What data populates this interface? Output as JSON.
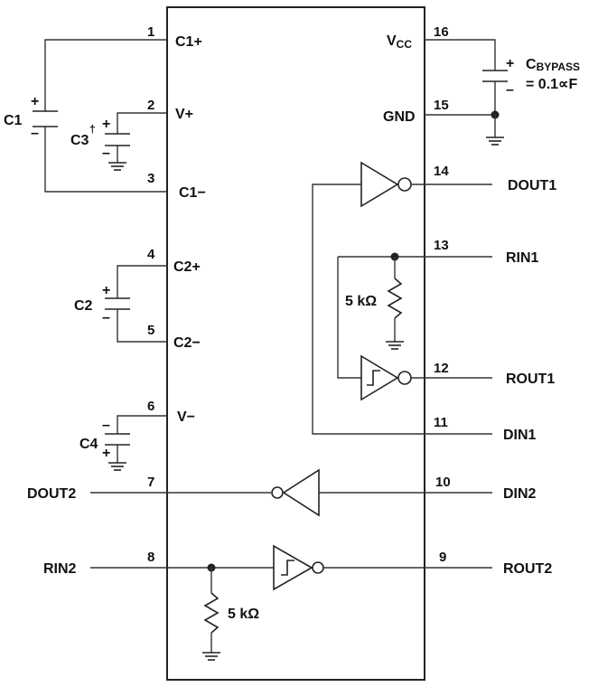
{
  "pins": {
    "p1": {
      "num": "1",
      "name": "C1+"
    },
    "p2": {
      "num": "2",
      "name": "V+"
    },
    "p3": {
      "num": "3",
      "name": "C1−"
    },
    "p4": {
      "num": "4",
      "name": "C2+"
    },
    "p5": {
      "num": "5",
      "name": "C2−"
    },
    "p6": {
      "num": "6",
      "name": "V−"
    },
    "p7": {
      "num": "7"
    },
    "p8": {
      "num": "8"
    },
    "p9": {
      "num": "9"
    },
    "p10": {
      "num": "10"
    },
    "p11": {
      "num": "11"
    },
    "p12": {
      "num": "12"
    },
    "p13": {
      "num": "13"
    },
    "p14": {
      "num": "14"
    },
    "p15": {
      "num": "15",
      "name": "GND"
    },
    "p16": {
      "num": "16",
      "name_main": "V",
      "name_sub": "CC"
    }
  },
  "signals": {
    "dout1": "DOUT1",
    "rin1": "RIN1",
    "rout1": "ROUT1",
    "din1": "DIN1",
    "dout2": "DOUT2",
    "din2": "DIN2",
    "rin2": "RIN2",
    "rout2": "ROUT2"
  },
  "capacitors": {
    "c1": "C1",
    "c2": "C2",
    "c3": "C3",
    "c3_mark": "†",
    "c4": "C4",
    "bypass_main": "C",
    "bypass_sub": "BYPASS",
    "bypass_value": "= 0.1∝F",
    "plus": "+",
    "minus": "–"
  },
  "resistors": {
    "r_rin1": "5 kΩ",
    "r_rin2": "5 kΩ"
  }
}
